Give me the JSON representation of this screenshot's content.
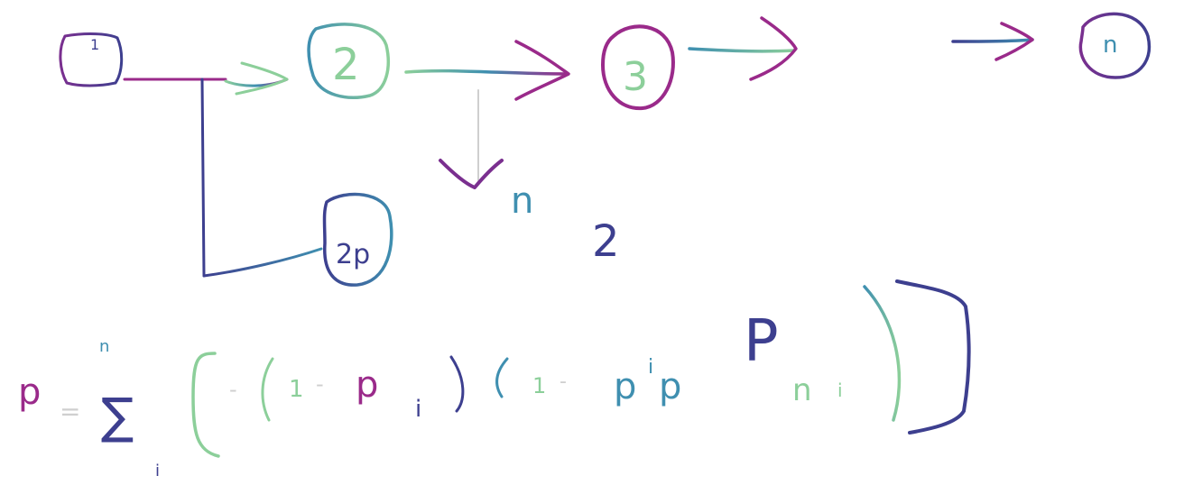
{
  "diagram": {
    "nodes": [
      {
        "id": "node-1",
        "label": "1"
      },
      {
        "id": "node-2",
        "label": "2"
      },
      {
        "id": "node-3",
        "label": "3"
      },
      {
        "id": "node-n",
        "label": "n"
      },
      {
        "id": "node-p2",
        "label": "2p"
      }
    ],
    "annotation": {
      "label": "n",
      "subscript": "2"
    },
    "formula": {
      "lhs": "p",
      "equals": "=",
      "sum_symbol": "∑",
      "sum_upper": "n",
      "sum_lower": "i",
      "minus": "-",
      "one_a": "1",
      "minus_a": "-",
      "p_i": "p",
      "p_i_sub": "i",
      "one_b": "1",
      "minus_b": "-",
      "p_mid": "p",
      "p_mid_sub": "i",
      "p_mid2": "p",
      "P_big": "P",
      "n_sub": "n",
      "i_sub": "i"
    },
    "colors": {
      "purple": "#7a2f8f",
      "navy": "#3d3f8f",
      "teal": "#3f8fb0",
      "green": "#8ccf9a",
      "magenta": "#9a2a8a"
    }
  }
}
